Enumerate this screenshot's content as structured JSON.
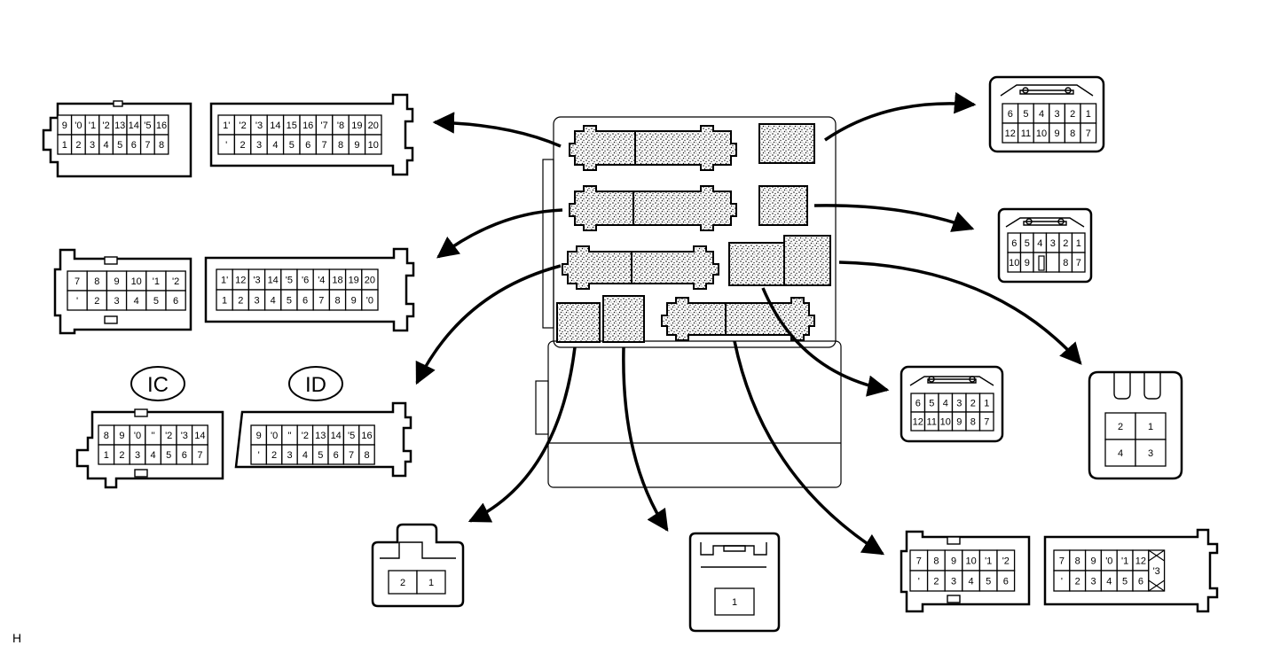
{
  "labels": {
    "ic": "IC",
    "id": "ID",
    "corner": "H"
  },
  "connectors": {
    "c_l1": {
      "top": [
        "9",
        "'0",
        "'1",
        "'2",
        "13",
        "14",
        "'5",
        "16"
      ],
      "bot": [
        "1",
        "2",
        "3",
        "4",
        "5",
        "6",
        "7",
        "8"
      ]
    },
    "c_l2": {
      "top": [
        "1'",
        "'2",
        "'3",
        "14",
        "15",
        "16",
        "'7",
        "'8",
        "19",
        "20"
      ],
      "bot": [
        "'",
        "2",
        "3",
        "4",
        "5",
        "6",
        "7",
        "8",
        "9",
        "10"
      ]
    },
    "c_l3": {
      "top": [
        "7",
        "8",
        "9",
        "10",
        "'1",
        "'2"
      ],
      "bot": [
        "'",
        "2",
        "3",
        "4",
        "5",
        "6"
      ]
    },
    "c_l4": {
      "top": [
        "1'",
        "12",
        "'3",
        "14",
        "'5",
        "'6",
        "'4",
        "18",
        "19",
        "20"
      ],
      "bot": [
        "1",
        "2",
        "3",
        "4",
        "5",
        "6",
        "7",
        "8",
        "9",
        "'0"
      ]
    },
    "c_ic": {
      "top": [
        "8",
        "9",
        "'0",
        "''",
        "'2",
        "'3",
        "14"
      ],
      "bot": [
        "1",
        "2",
        "3",
        "4",
        "5",
        "6",
        "7"
      ]
    },
    "c_id": {
      "top": [
        "9",
        "'0",
        "''",
        "'2",
        "13",
        "14",
        "'5",
        "16"
      ],
      "bot": [
        "'",
        "2",
        "3",
        "4",
        "5",
        "6",
        "7",
        "8"
      ]
    },
    "c_r1": {
      "top": [
        "6",
        "5",
        "4",
        "3",
        "2",
        "1"
      ],
      "bot": [
        "12",
        "11",
        "10",
        "9",
        "8",
        "7"
      ]
    },
    "c_r2": {
      "top": [
        "6",
        "5",
        "4",
        "3",
        "2",
        "1"
      ],
      "bot": [
        "10",
        "9",
        "",
        "",
        "8",
        "7"
      ]
    },
    "c_r3": {
      "top": [
        "6",
        "5",
        "4",
        "3",
        "2",
        "1"
      ],
      "bot": [
        "12",
        "11",
        "10",
        "9",
        "8",
        "7"
      ]
    },
    "c_r4": {
      "top": [
        "2",
        "1"
      ],
      "bot": [
        "4",
        "3"
      ]
    },
    "c_b1": {
      "top": [
        "2",
        "1"
      ]
    },
    "c_b2": {
      "top": [
        "1"
      ]
    },
    "c_b3": {
      "top": [
        "7",
        "8",
        "9",
        "10",
        "'1",
        "'2"
      ],
      "bot": [
        "'",
        "2",
        "3",
        "4",
        "5",
        "6"
      ]
    },
    "c_b4": {
      "top": [
        "7",
        "8",
        "9",
        "'0",
        "'1",
        "12"
      ],
      "bot": [
        "'",
        "2",
        "3",
        "4",
        "5",
        "6"
      ],
      "side": "'3"
    }
  }
}
